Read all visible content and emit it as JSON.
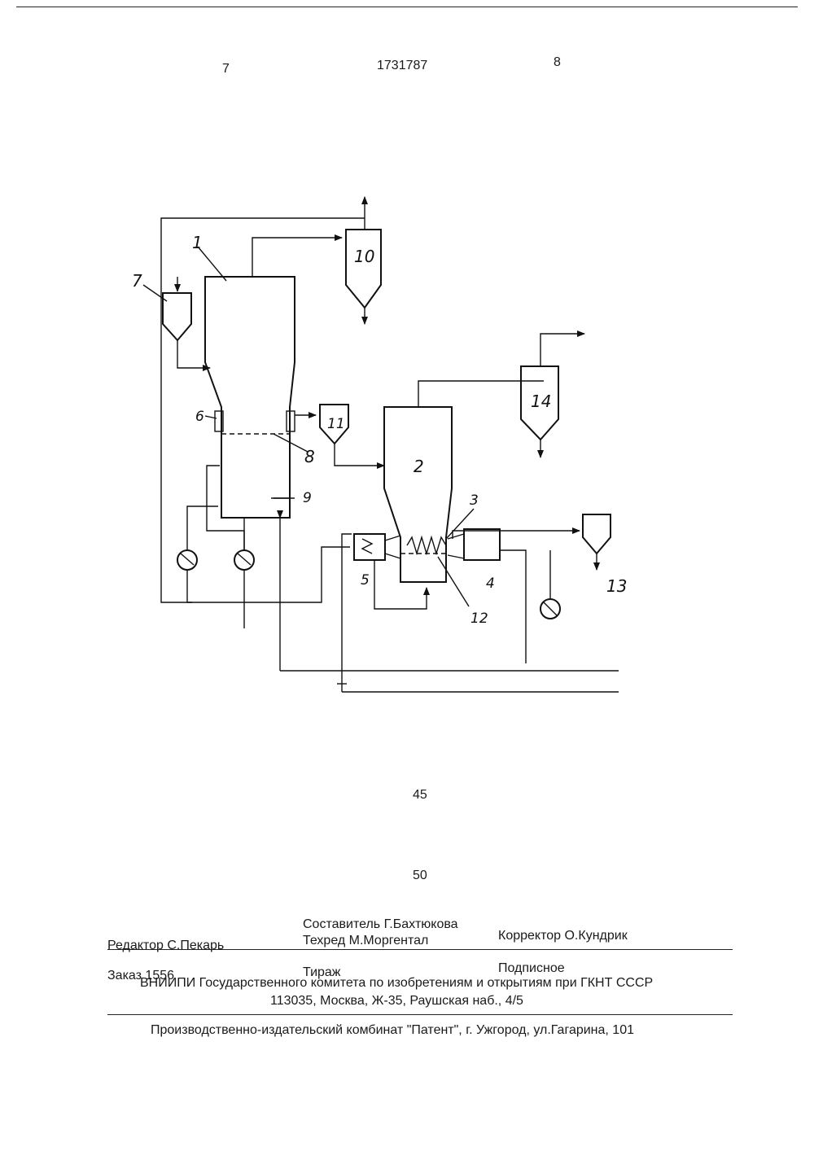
{
  "header": {
    "left_page": "7",
    "patent_number": "1731787",
    "right_page": "8"
  },
  "diagram": {
    "labels": {
      "l1": "1",
      "l2": "2",
      "l3": "3",
      "l4": "4",
      "l5": "5",
      "l6": "6",
      "l7": "7",
      "l8": "8",
      "l9": "9",
      "l10": "10",
      "l11": "11",
      "l12": "12",
      "l13": "13",
      "l14": "14"
    }
  },
  "line_numbers": {
    "n45": "45",
    "n50": "50"
  },
  "colophon": {
    "editor": "Редактор  С.Пекарь",
    "compiler": "Составитель  Г.Бахтюкова",
    "tech_editor": "Техред М.Моргентал",
    "corrector": "Корректор   О.Кундрик",
    "order": "Заказ  1556",
    "circulation": "Тираж",
    "subscription": "Подписное",
    "vniipi": "ВНИИПИ Государственного комитета по изобретениям и открытиям при ГКНТ СССР",
    "address": "113035, Москва, Ж-35, Раушская наб., 4/5",
    "publisher": "Производственно-издательский комбинат \"Патент\", г. Ужгород, ул.Гагарина, 101"
  }
}
